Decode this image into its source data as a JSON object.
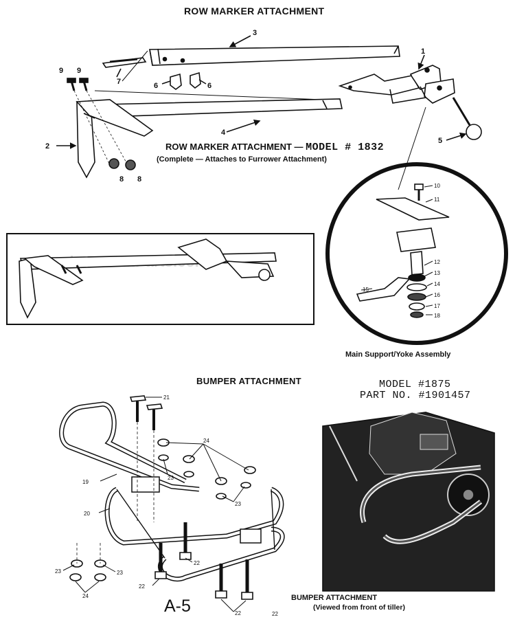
{
  "row_marker": {
    "title": "ROW MARKER ATTACHMENT",
    "caption_prefix": "ROW MARKER ATTACHMENT — ",
    "caption_model": "MODEL # 1832",
    "caption_sub": "(Complete — Attaches to Furrower Attachment)",
    "callouts": [
      "1",
      "2",
      "3",
      "4",
      "5",
      "6",
      "6",
      "7",
      "8",
      "8",
      "9",
      "9"
    ]
  },
  "yoke": {
    "caption": "Main Support/Yoke Assembly",
    "callouts": [
      "10",
      "11",
      "12",
      "13",
      "14",
      "15",
      "16",
      "17",
      "18"
    ]
  },
  "watermark": "ReplacementParts.com",
  "bumper": {
    "title": "BUMPER ATTACHMENT",
    "model_line": "MODEL #1875",
    "part_line": "PART NO. #1901457",
    "callouts": [
      "19",
      "20",
      "21",
      "22",
      "22",
      "22",
      "22",
      "23",
      "23",
      "23",
      "23",
      "24",
      "24"
    ],
    "photo_title": "BUMPER ATTACHMENT",
    "photo_sub": "(Viewed from front of tiller)"
  },
  "page_label": "A-5"
}
